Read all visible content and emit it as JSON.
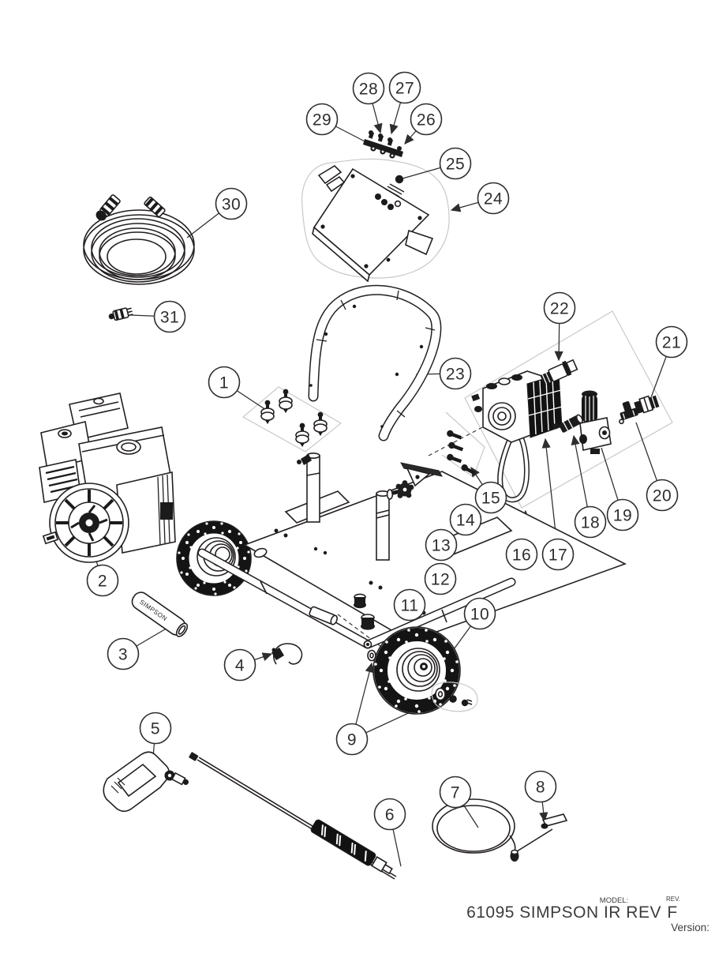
{
  "diagram": {
    "colors": {
      "background": "#ffffff",
      "line": "#231f20",
      "leader": "#2e2e2e",
      "light_outline": "#c9c9c9",
      "footer_text": "#3c3c3c"
    },
    "grip_text": "SIMPSON",
    "footer": {
      "model_label": "MODEL:",
      "model_value": "61095 SIMPSON IR REV",
      "rev_label": "REV.",
      "rev_value": "F",
      "version_label": "Version:"
    },
    "callouts": [
      {
        "number": "1"
      },
      {
        "number": "2"
      },
      {
        "number": "3"
      },
      {
        "number": "4"
      },
      {
        "number": "5"
      },
      {
        "number": "6"
      },
      {
        "number": "7"
      },
      {
        "number": "8"
      },
      {
        "number": "9"
      },
      {
        "number": "10"
      },
      {
        "number": "11"
      },
      {
        "number": "12"
      },
      {
        "number": "13"
      },
      {
        "number": "14"
      },
      {
        "number": "15"
      },
      {
        "number": "16"
      },
      {
        "number": "17"
      },
      {
        "number": "18"
      },
      {
        "number": "19"
      },
      {
        "number": "20"
      },
      {
        "number": "21"
      },
      {
        "number": "22"
      },
      {
        "number": "23"
      },
      {
        "number": "24"
      },
      {
        "number": "25"
      },
      {
        "number": "26"
      },
      {
        "number": "27"
      },
      {
        "number": "28"
      },
      {
        "number": "29"
      },
      {
        "number": "30"
      },
      {
        "number": "31"
      }
    ]
  }
}
